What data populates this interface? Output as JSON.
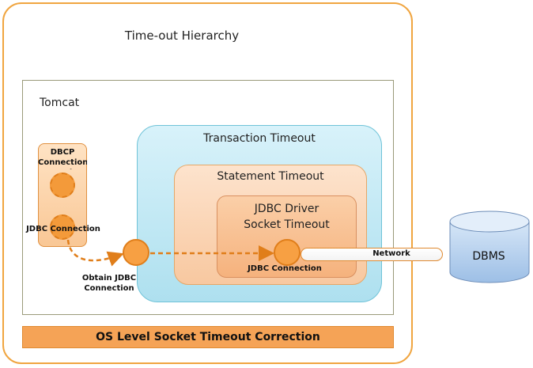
{
  "diagram": {
    "title": "Time-out Hierarchy",
    "tomcat_label": "Tomcat",
    "pool_label": "DBCP Connection Pool",
    "pool_connection_label": "JDBC Connection",
    "obtain_label_line1": "Obtain JDBC",
    "obtain_label_line2": "Connection",
    "transaction_timeout_label": "Transaction Timeout",
    "statement_timeout_label": "Statement Timeout",
    "driver_label_line1": "JDBC Driver",
    "driver_label_line2": "Socket Timeout",
    "driver_connection_label": "JDBC Connection",
    "network_label": "Network",
    "dbms_label": "DBMS",
    "os_level_label": "OS Level Socket Timeout Correction"
  },
  "colors": {
    "outer_border": "#f0a540",
    "transaction_fill": "#aee0ef",
    "statement_fill": "#f8c8a0",
    "driver_fill": "#f5b27d",
    "connection_orange": "#f39a3a",
    "dbms_fill": "#b3cdec",
    "os_bar_fill": "#f5a356"
  }
}
